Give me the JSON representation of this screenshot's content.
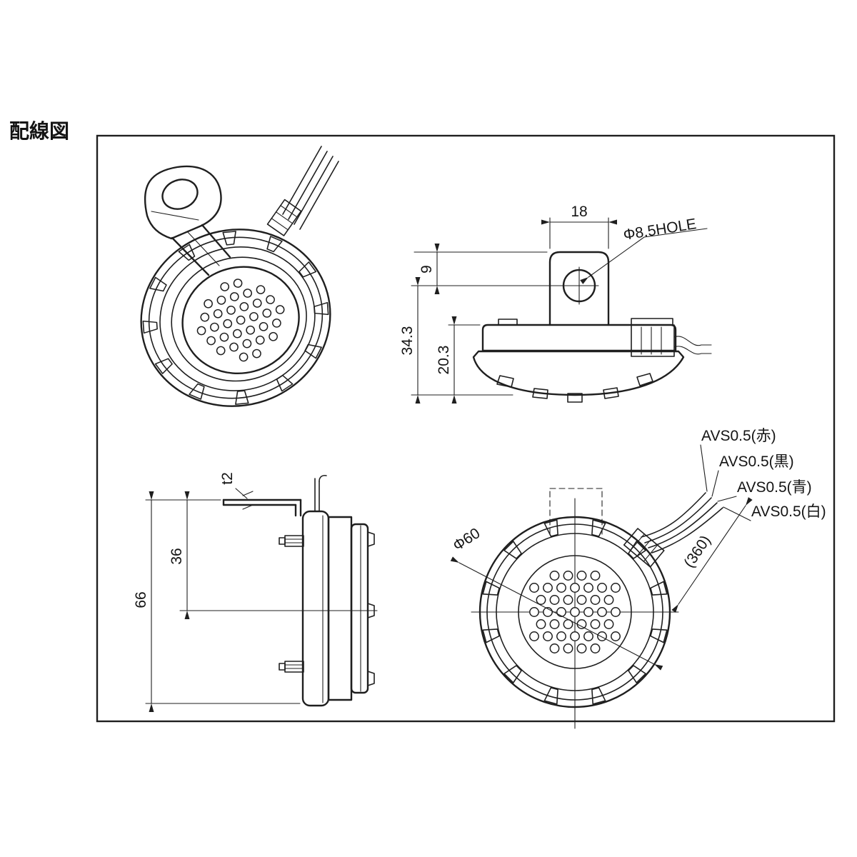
{
  "title": "配線図",
  "line_color": "#1f1f1f",
  "views": {
    "side": {
      "dim_tab_width": "18",
      "hole_label": "Φ8.5HOLE",
      "dim_hole_offset": "9",
      "dim_total_height": "34.3",
      "dim_body_height": "20.3"
    },
    "profile": {
      "dim_plate_thickness": "t2",
      "dim_hole_to_center": "36",
      "dim_overall": "66"
    },
    "front": {
      "dim_diameter": "Φ60",
      "dim_lead_length": "(360)",
      "leads": [
        {
          "label": "AVS0.5(赤)"
        },
        {
          "label": "AVS0.5(黒)"
        },
        {
          "label": "AVS0.5(青)"
        },
        {
          "label": "AVS0.5(白)"
        }
      ]
    }
  }
}
